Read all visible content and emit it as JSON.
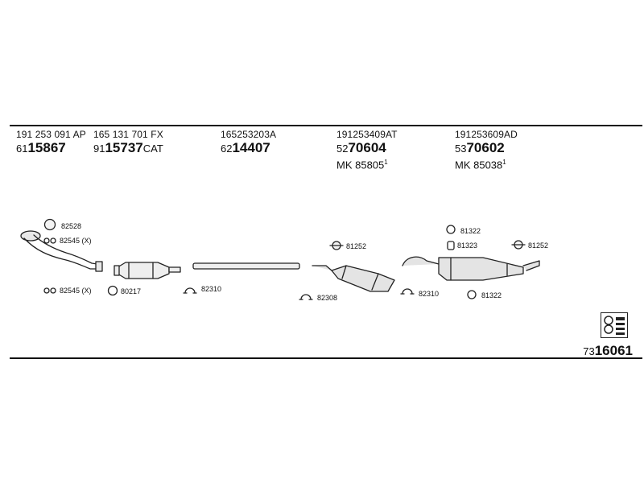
{
  "parts": [
    {
      "oe": "191 253 091 AP",
      "number_prefix": "61",
      "number_main": "15867",
      "number_suffix": "",
      "mk": "",
      "mk_sup": ""
    },
    {
      "oe": "165 131 701 FX",
      "number_prefix": "91",
      "number_main": "15737",
      "number_suffix": "CAT",
      "mk": "",
      "mk_sup": ""
    },
    {
      "oe": "165253203A",
      "number_prefix": "62",
      "number_main": "14407",
      "number_suffix": "",
      "mk": "",
      "mk_sup": ""
    },
    {
      "oe": "191253409AT",
      "number_prefix": "52",
      "number_main": "70604",
      "number_suffix": "",
      "mk": "MK 85805",
      "mk_sup": "1"
    },
    {
      "oe": "191253609AD",
      "number_prefix": "53",
      "number_main": "70602",
      "number_suffix": "",
      "mk": "MK 85038",
      "mk_sup": "1"
    }
  ],
  "labels": {
    "l82528": "82528",
    "l82545a": "82545 (X)",
    "l82545b": "82545 (X)",
    "l80217": "80217",
    "l82310a": "82310",
    "l82308": "82308",
    "l81252a": "81252",
    "l82310b": "82310",
    "l81322a": "81322",
    "l81323": "81323",
    "l81252b": "81252",
    "l81322b": "81322"
  },
  "footer": {
    "prefix": "73",
    "main": "16061"
  }
}
